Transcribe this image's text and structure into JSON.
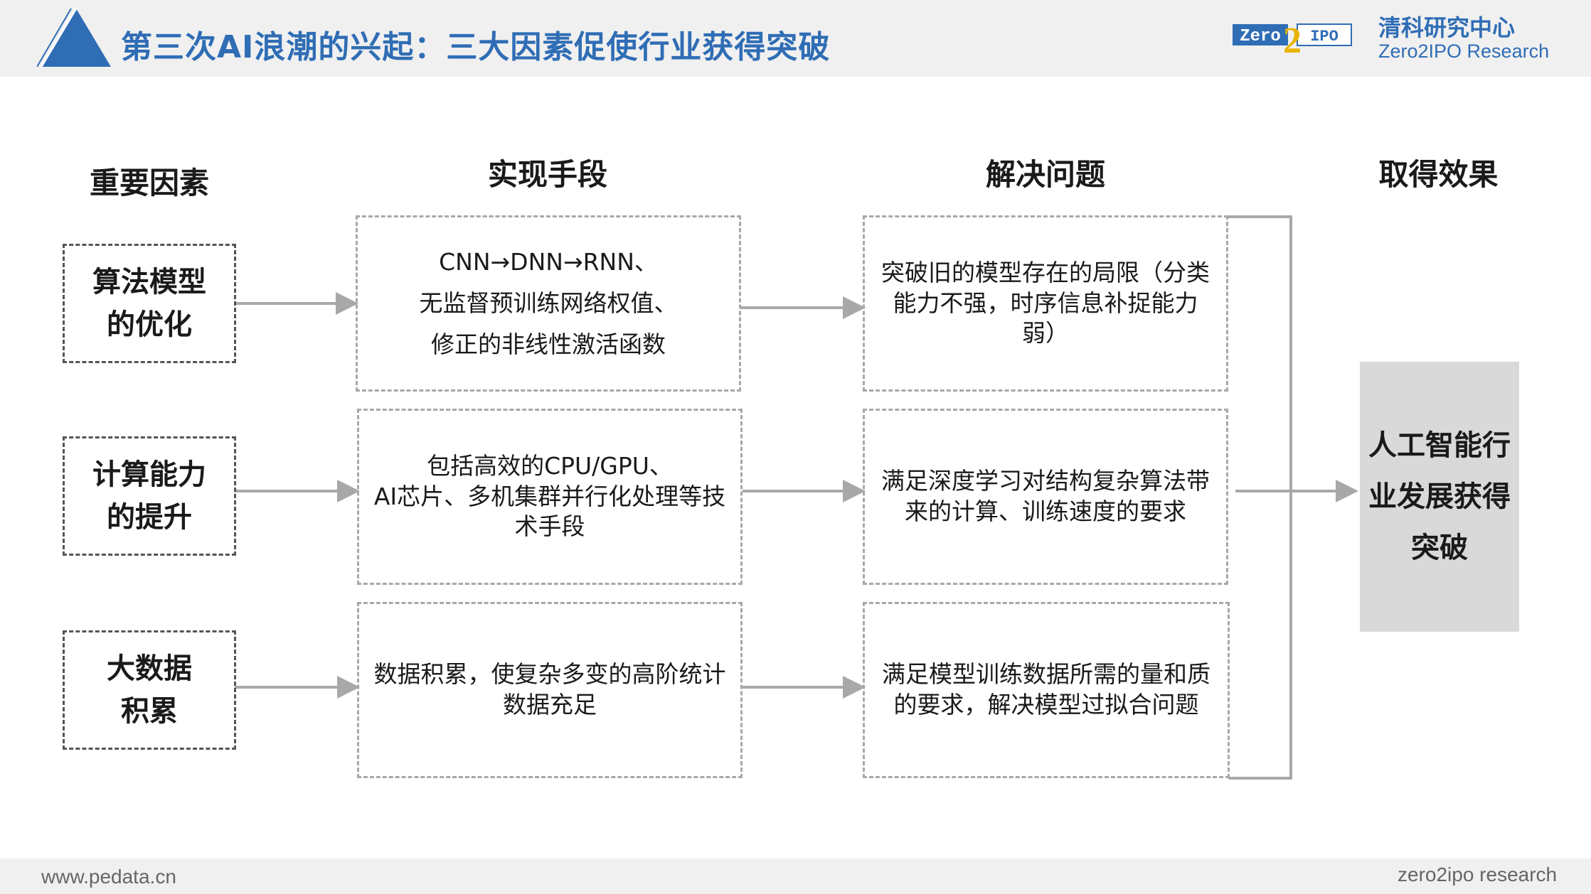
{
  "header": {
    "title": "第三次AI浪潮的兴起：三大因素促使行业获得突破",
    "brand_logo_text_left": "Zero",
    "brand_logo_number": "2",
    "brand_logo_text_right": "IPO",
    "brand_name": "清科研究中心",
    "brand_name_en": "Zero2IPO Research",
    "accent_color": "#2f6db5"
  },
  "columns": {
    "factors": "重要因素",
    "means": "实现手段",
    "problems": "解决问题",
    "results": "取得效果"
  },
  "rows": [
    {
      "factor": [
        "算法模型",
        "的优化"
      ],
      "means": [
        "CNN→DNN→RNN、",
        "无监督预训练网络权值、",
        "修正的非线性激活函数"
      ],
      "problem": [
        "突破旧的模型存在的局限（分类",
        "能力不强，时序信息补捉能力",
        "弱）"
      ]
    },
    {
      "factor": [
        "计算能力",
        "的提升"
      ],
      "means": [
        "包括高效的CPU/GPU、",
        "AI芯片、多机集群并行化处理等技",
        "术手段"
      ],
      "problem": [
        "满足深度学习对结构复杂算法带",
        "来的计算、训练速度的要求"
      ]
    },
    {
      "factor": [
        "大数据",
        "积累"
      ],
      "means": [
        "数据积累，使复杂多变的高阶统计",
        "数据充足"
      ],
      "problem": [
        "满足模型训练数据所需的量和质",
        "的要求，解决模型过拟合问题"
      ]
    }
  ],
  "result": [
    "人工智能行",
    "业发展获得",
    "突破"
  ],
  "footer": {
    "left": "www.pedata.cn",
    "right": "zero2ipo research"
  }
}
